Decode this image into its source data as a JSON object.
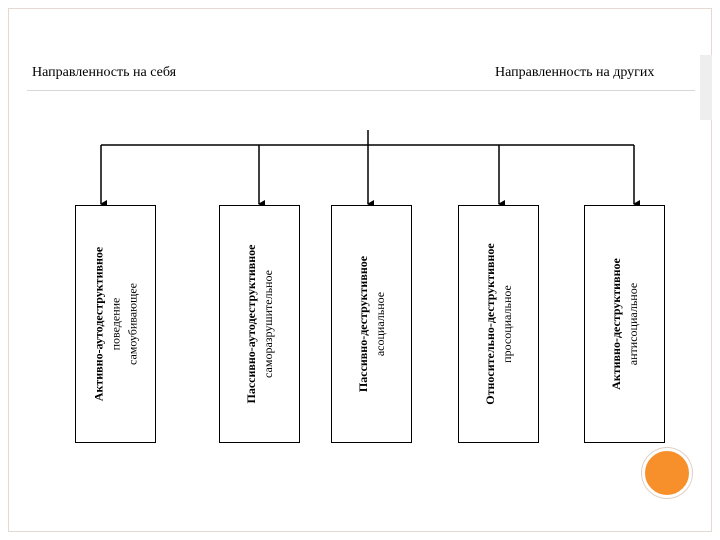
{
  "headings": {
    "left": "Направленность на себя",
    "right": "Направленность на других"
  },
  "boxes": [
    {
      "title": "Активно-аутодеструктивное",
      "line2": "поведение",
      "line3": "самоубивающее"
    },
    {
      "title": "Пассивно-аутодеструктивное",
      "line2": "саморазрушительное",
      "line3": ""
    },
    {
      "title": "Пассивно-деструктивное",
      "line2": "асоциальное",
      "line3": ""
    },
    {
      "title": "Относительно-деструктивное",
      "line2": "просоциальное",
      "line3": ""
    },
    {
      "title": "Активно-деструктивное",
      "line2": "антисоциальное",
      "line3": ""
    }
  ],
  "colors": {
    "accent_circle": "#f7902b",
    "lines": "#000000"
  }
}
